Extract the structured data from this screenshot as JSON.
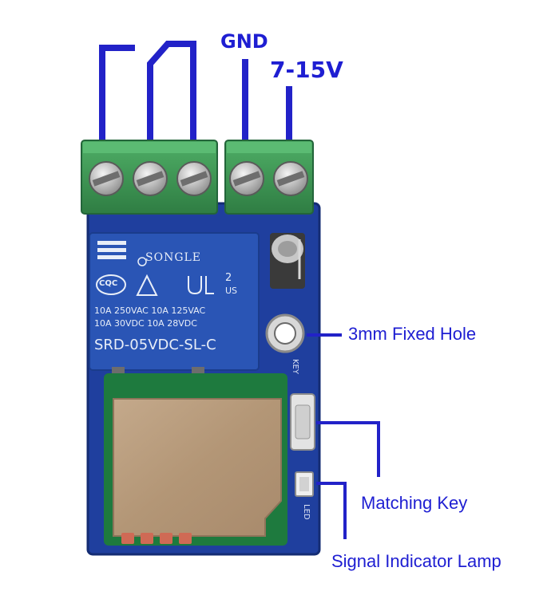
{
  "labels": {
    "gnd": "GND",
    "voltage": "7-15V",
    "fixed_hole": "3mm  Fixed Hole",
    "matching_key": "Matching Key",
    "signal_lamp": "Signal Indicator Lamp"
  },
  "relay": {
    "brand": "SONGLE",
    "cqc": "CQC",
    "ratings_line1": "10A 250VAC   10A 125VAC",
    "ratings_line2": "10A  30VDC   10A  28VDC",
    "model": "SRD-05VDC-SL-C"
  },
  "pcb": {
    "key_silk": "KEY",
    "led_silk": "LED"
  },
  "colors": {
    "label_blue": "#1e1ed2",
    "pcb_blue": "#1f3f9e",
    "terminal_green": "#3f9a56",
    "relay_blue": "#2a55b5",
    "shield_metal": "#b59a7c"
  }
}
